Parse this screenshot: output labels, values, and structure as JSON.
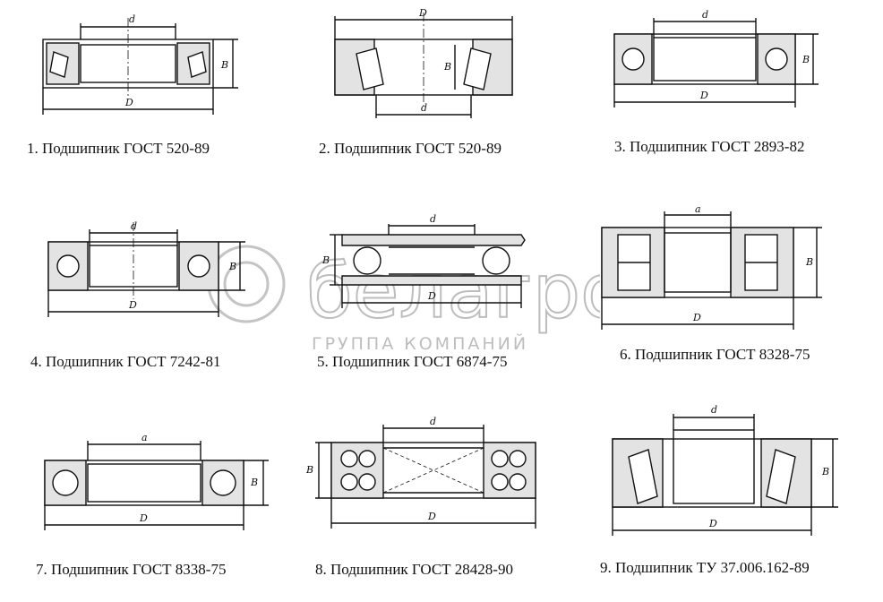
{
  "captions": {
    "b1": "1. Подшипник ГОСТ 520-89",
    "b2": "2. Подшипник ГОСТ 520-89",
    "b3": "3. Подшипник ГОСТ 2893-82",
    "b4": "4. Подшипник ГОСТ 7242-81",
    "b5": "5. Подшипник ГОСТ 6874-75",
    "b6": "6. Подшипник ГОСТ 8328-75",
    "b7": "7. Подшипник ГОСТ 8338-75",
    "b8": "8. Подшипник ГОСТ 28428-90",
    "b9": "9. Подшипник ТУ 37.006.162-89"
  },
  "dims": {
    "b1": {
      "d": "d",
      "D": "D",
      "B": "B"
    },
    "b2": {
      "d": "d",
      "D": "D",
      "B": "B"
    },
    "b3": {
      "d": "d",
      "D": "D",
      "B": "B"
    },
    "b4": {
      "d": "d",
      "D": "D",
      "B": "B"
    },
    "b5": {
      "d": "d",
      "D": "D",
      "B": "B"
    },
    "b6": {
      "d": "a",
      "D": "D",
      "B": "B"
    },
    "b7": {
      "d": "a",
      "D": "D",
      "B": "B"
    },
    "b8": {
      "d": "d",
      "D": "D",
      "B": "B"
    },
    "b9": {
      "d": "d",
      "D": "D",
      "B": "B"
    }
  },
  "watermark": {
    "logo": "белагро",
    "subtitle": "ГРУППА КОМПАНИЙ"
  }
}
